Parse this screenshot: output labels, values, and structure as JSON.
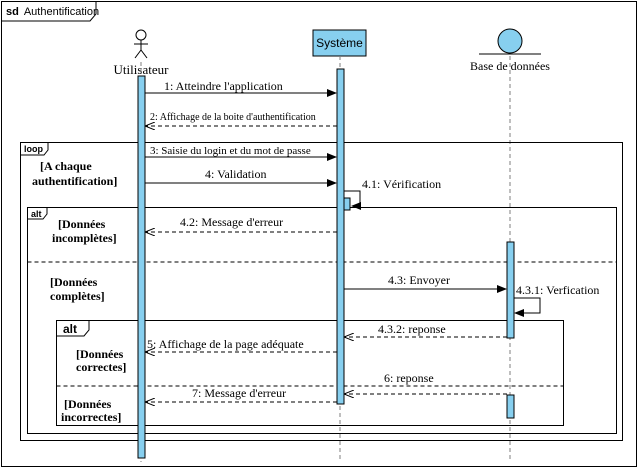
{
  "frame": {
    "kind": "sd",
    "title": "Authentification"
  },
  "participants": {
    "user": "Utilisateur",
    "system": "Système",
    "database": "Base de données"
  },
  "messages": {
    "m1": "1: Atteindre l'application",
    "m2": "2: Affichage de la boite d'authentification",
    "m3": "3: Saisie du login et du mot de passe",
    "m4": "4: Validation",
    "m41": "4.1: Vérification",
    "m42": "4.2: Message d'erreur",
    "m43": "4.3: Envoyer",
    "m431": "4.3.1: Verfication",
    "m432": "4.3.2: reponse",
    "m5": "5: Affichage de la page adéquate",
    "m6": "6: reponse",
    "m7": "7: Message d'erreur"
  },
  "fragments": {
    "loop": {
      "label": "loop",
      "guard_1": "[A chaque",
      "guard_2": "authentification]"
    },
    "alt_outer": {
      "label": "alt",
      "op1_guard_1": "[Données",
      "op1_guard_2": "incomplètes]",
      "op2_guard_1": "[Données",
      "op2_guard_2": "complètes]"
    },
    "alt_inner": {
      "label": "alt",
      "op1_guard_1": "[Données",
      "op1_guard_2": "correctes]",
      "op2_guard_1": "[Données",
      "op2_guard_2": "incorrectes]"
    }
  },
  "colors": {
    "activation": "#87cfef",
    "lifeline": "#7f7f7f",
    "stroke": "#000000"
  }
}
